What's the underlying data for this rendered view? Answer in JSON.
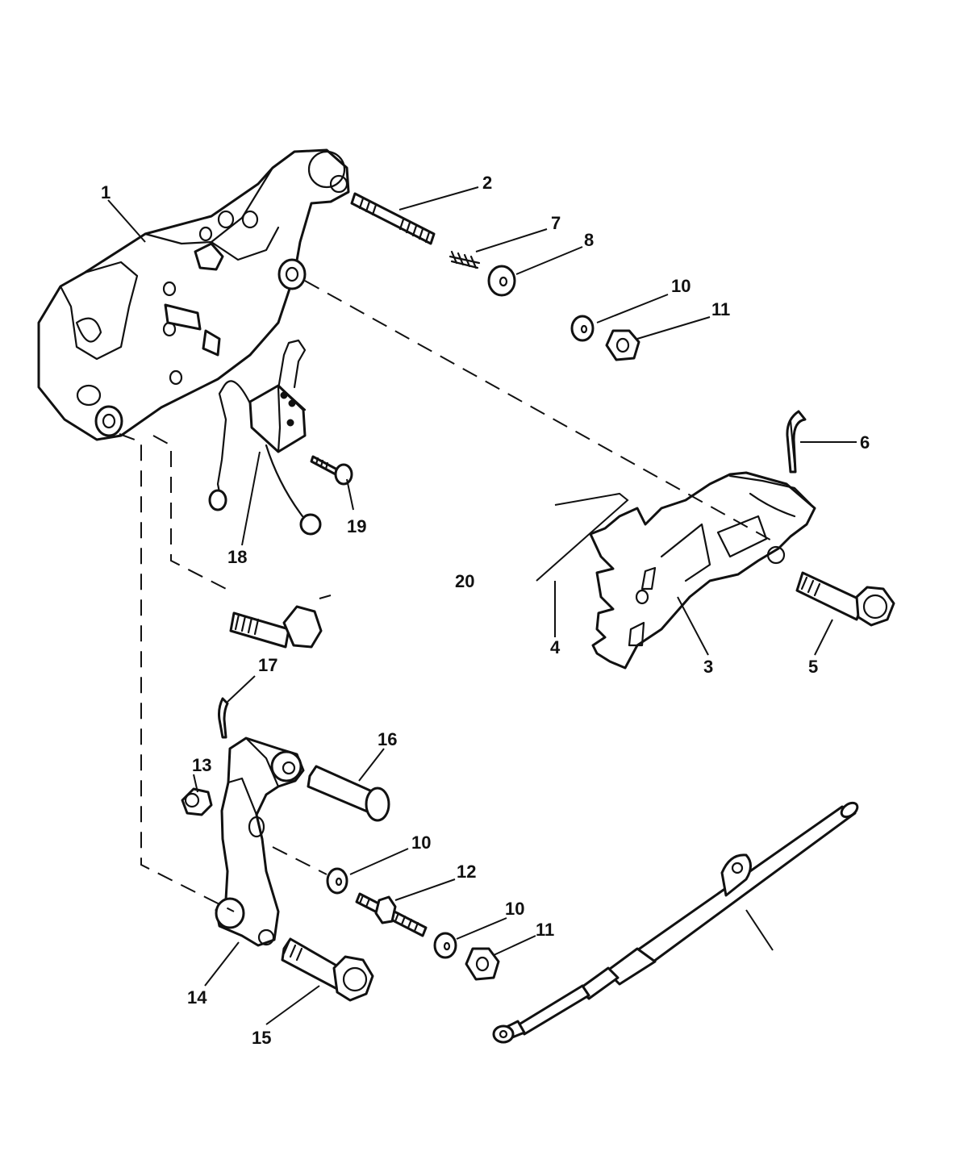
{
  "callouts": {
    "c1": "1",
    "c2": "2",
    "c3": "3",
    "c4": "4",
    "c5": "5",
    "c6": "6",
    "c7": "7",
    "c8": "8",
    "c10a": "10",
    "c10b": "10",
    "c10c": "10",
    "c11a": "11",
    "c11b": "11",
    "c12": "12",
    "c13": "13",
    "c14": "14",
    "c15": "15",
    "c16": "16",
    "c17": "17",
    "c18": "18",
    "c19": "19",
    "c20": "20"
  }
}
